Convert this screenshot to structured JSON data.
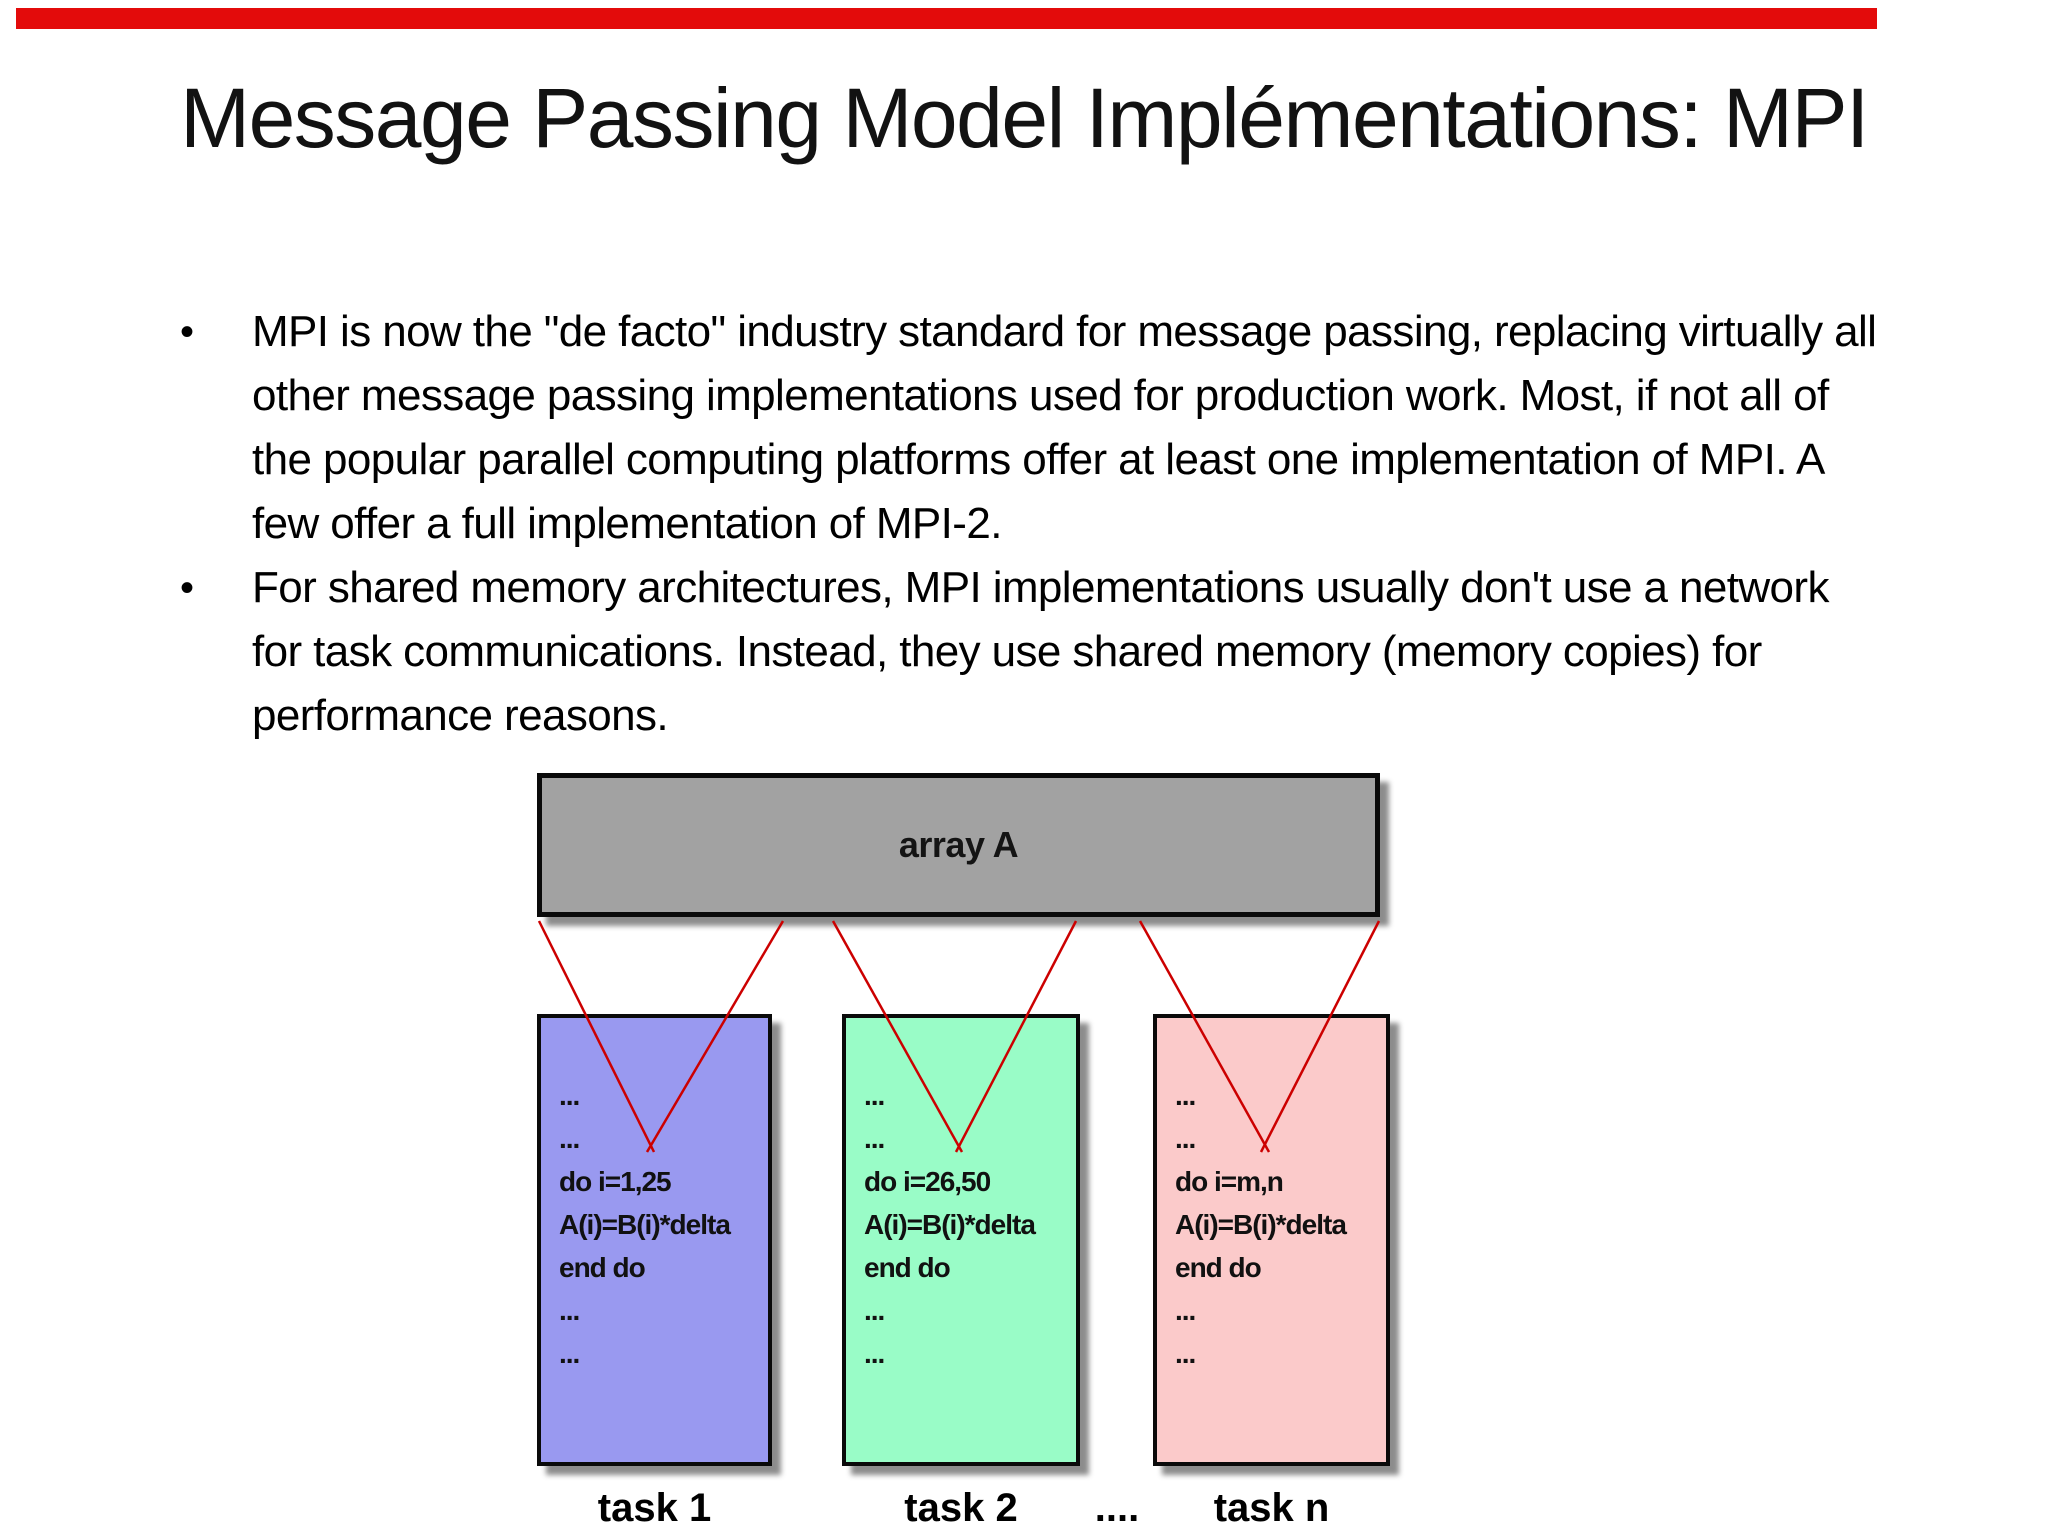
{
  "slide": {
    "top_bar_color": "#e30b0b",
    "title": "Message Passing Model Implémentations: MPI",
    "bullets": [
      "MPI is now the \"de facto\" industry standard for message passing, replacing virtually all other message passing implementations used for production work. Most, if not all of the popular parallel computing platforms offer at least one implementation of MPI. A few offer a full implementation of MPI-2.",
      "For shared memory architectures, MPI implementations usually don't use a network for task communications. Instead, they use shared memory (memory copies) for performance reasons."
    ]
  },
  "diagram": {
    "array_box": {
      "label": "array A",
      "fill": "#a2a2a2",
      "border": "#0a0a0a"
    },
    "connector_color": "#cc0000",
    "tasks": [
      {
        "label": "task 1",
        "fill": "#9999f0",
        "code": [
          "...",
          "...",
          "do i=1,25",
          "A(i)=B(i)*delta",
          "end do",
          "...",
          "..."
        ]
      },
      {
        "label": "task 2",
        "fill": "#99fcc7",
        "code": [
          "...",
          "...",
          "do i=26,50",
          "A(i)=B(i)*delta",
          "end do",
          "...",
          "..."
        ]
      },
      {
        "label": "task n",
        "fill": "#fbcaca",
        "code": [
          "...",
          "...",
          "do i=m,n",
          "A(i)=B(i)*delta",
          "end do",
          "...",
          "..."
        ]
      }
    ],
    "between_label": "...."
  }
}
